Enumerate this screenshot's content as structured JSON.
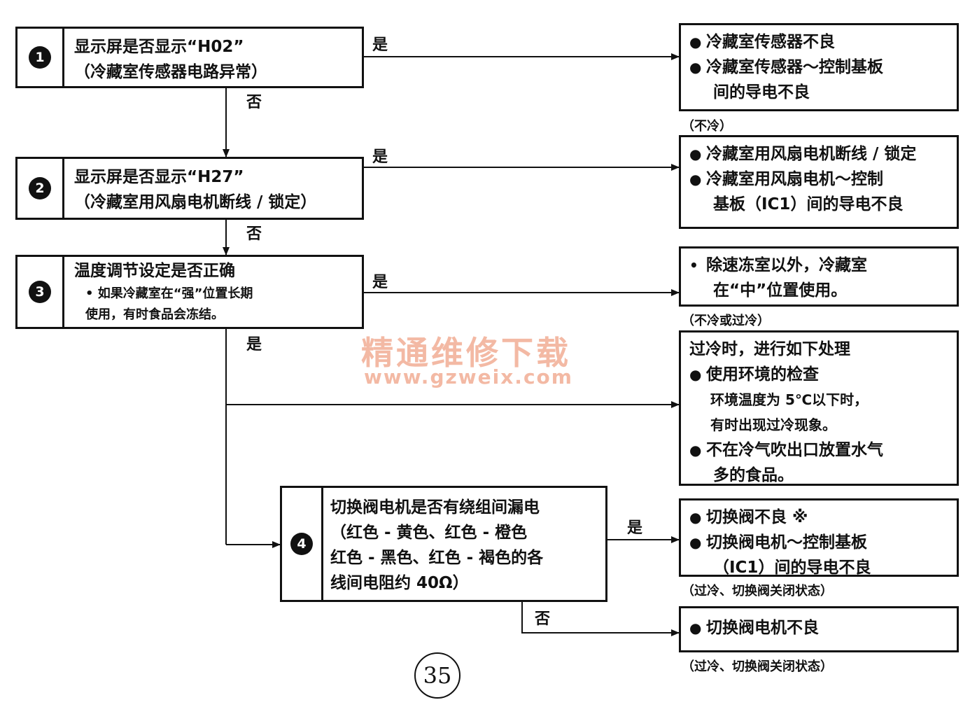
{
  "symbols": {
    "bullet": "●",
    "dot": "•"
  },
  "labels": {
    "yes": "是",
    "no": "否"
  },
  "steps": [
    {
      "num": "1",
      "lines": [
        "显示屏是否显示“H02”",
        "（冷藏室传感器电路异常）"
      ]
    },
    {
      "num": "2",
      "lines": [
        "显示屏是否显示“H27”",
        "（冷藏室用风扇电机断线 / 锁定）"
      ]
    },
    {
      "num": "3",
      "lines": [
        "温度调节设定是否正确"
      ],
      "note": [
        "• 如果冷藏室在“强”位置长期",
        "使用，有时食品会冻结。"
      ]
    },
    {
      "num": "4",
      "lines": [
        "切换阀电机是否有绕组间漏电",
        "（红色 - 黄色、红色 - 橙色",
        "红色 - 黑色、红色 - 褐色的各",
        "线间电阻约 40Ω）"
      ]
    }
  ],
  "results": {
    "r1": [
      "冷藏室传感器不良",
      "冷藏室传感器～控制基板",
      "间的导电不良"
    ],
    "r1_caption": "（不冷）",
    "r2": [
      "冷藏室用风扇电机断线 / 锁定",
      "冷藏室用风扇电机～控制",
      "基板（IC1）间的导电不良"
    ],
    "r3": [
      "除速冻室以外，冷藏室",
      "在“中”位置使用。"
    ],
    "r3_caption": "（不冷或过冷）",
    "r4": {
      "title": "过冷时，进行如下处理",
      "item1": "使用环境的检查",
      "paren": [
        "环境温度为 5℃以下时，",
        "有时出现过冷现象。"
      ],
      "item2": [
        "不在冷气吹出口放置水气",
        "多的食品。"
      ]
    },
    "r5": [
      "切换阀不良 ※",
      "切换阀电机～控制基板",
      "（IC1）间的导电不良"
    ],
    "r5_caption": "（过冷、切换阀关闭状态）",
    "r6": [
      "切换阀电机不良"
    ],
    "r6_caption": "（过冷、切换阀关闭状态）"
  },
  "watermark": {
    "title": "精通维修下载",
    "url": "www.gzweix.com"
  },
  "page_number": "35"
}
